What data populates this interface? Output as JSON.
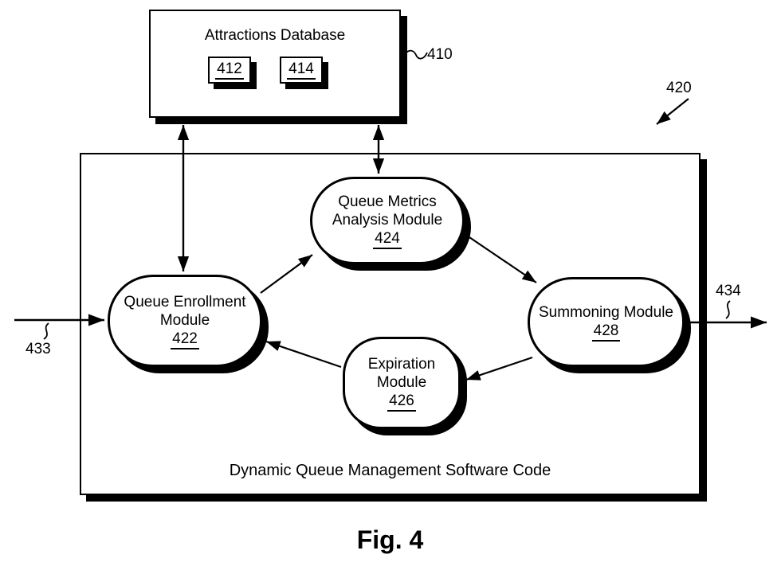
{
  "figure": {
    "caption": "Fig. 4"
  },
  "attractions_db": {
    "title": "Attractions Database",
    "ref": "410",
    "items": [
      {
        "ref": "412"
      },
      {
        "ref": "414"
      }
    ]
  },
  "software_box": {
    "label": "Dynamic Queue Management Software Code",
    "ref": "420"
  },
  "modules": {
    "enrollment": {
      "title_lines": [
        "Queue Enrollment",
        "Module"
      ],
      "ref": "422"
    },
    "metrics": {
      "title_lines": [
        "Queue Metrics",
        "Analysis Module"
      ],
      "ref": "424"
    },
    "expiration": {
      "title_lines": [
        "Expiration",
        "Module"
      ],
      "ref": "426"
    },
    "summoning": {
      "title_lines": [
        "Summoning Module"
      ],
      "ref": "428"
    }
  },
  "io": {
    "input_ref": "433",
    "output_ref": "434"
  },
  "connections": [
    {
      "from": "attractions-database",
      "to": "queue-enrollment-module",
      "type": "bidirectional"
    },
    {
      "from": "attractions-database",
      "to": "queue-metrics-analysis-module",
      "type": "bidirectional"
    },
    {
      "from": "queue-enrollment-module",
      "to": "queue-metrics-analysis-module",
      "type": "directed"
    },
    {
      "from": "queue-metrics-analysis-module",
      "to": "summoning-module",
      "type": "directed"
    },
    {
      "from": "summoning-module",
      "to": "expiration-module",
      "type": "directed"
    },
    {
      "from": "expiration-module",
      "to": "queue-enrollment-module",
      "type": "directed"
    },
    {
      "from": "external-input-433",
      "to": "queue-enrollment-module",
      "type": "directed"
    },
    {
      "from": "summoning-module",
      "to": "external-output-434",
      "type": "directed"
    }
  ],
  "colors": {
    "ink": "#000000",
    "paper": "#ffffff"
  }
}
